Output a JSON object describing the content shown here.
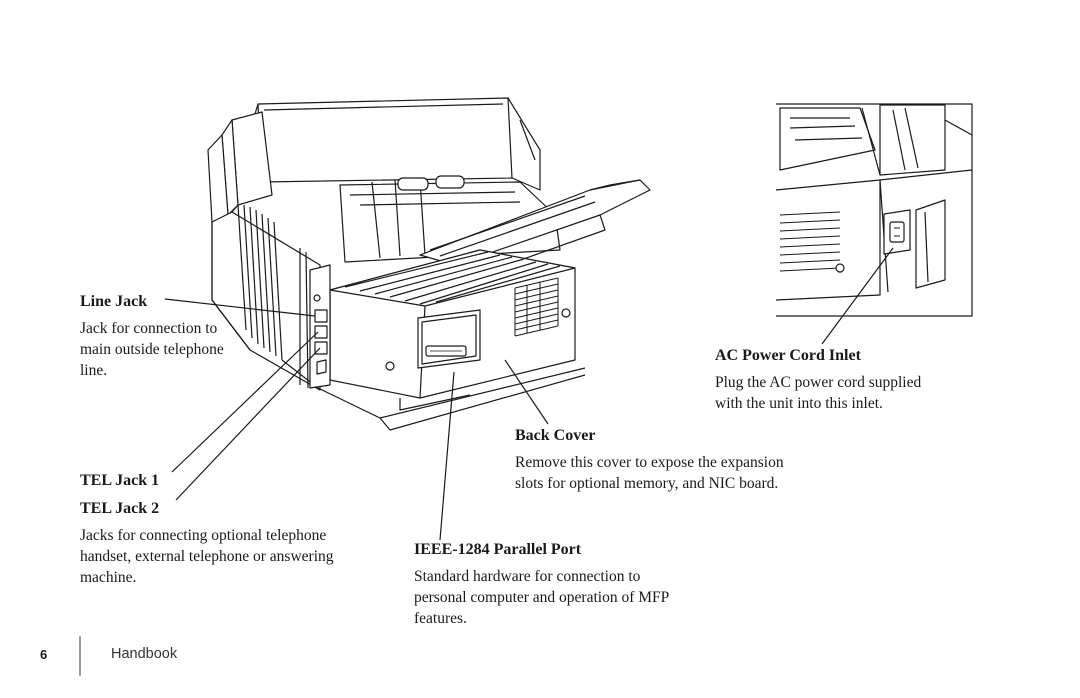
{
  "callouts": {
    "line_jack": {
      "title": "Line Jack",
      "desc_lines": [
        "Jack for connection to",
        "main outside telephone",
        "line."
      ]
    },
    "tel_jack_1": {
      "title": "TEL Jack 1"
    },
    "tel_jack_2": {
      "title": "TEL Jack 2",
      "desc_lines": [
        "Jacks for connecting optional telephone",
        "handset, external telephone or answering",
        "machine."
      ]
    },
    "parallel_port": {
      "title": "IEEE-1284 Parallel Port",
      "desc_lines": [
        "Standard hardware for connection to",
        "personal computer and operation of MFP",
        "features."
      ]
    },
    "back_cover": {
      "title": "Back Cover",
      "desc_lines": [
        "Remove this cover to expose the expansion",
        "slots for optional memory, and NIC board."
      ]
    },
    "ac_power": {
      "title": "AC Power Cord Inlet",
      "desc_lines": [
        "Plug the AC power cord supplied",
        "with the unit into this inlet."
      ]
    }
  },
  "footer": {
    "page_number": "6",
    "label": "Handbook"
  },
  "colors": {
    "ink": "#1a1a1a",
    "footer_rule": "#9a9a9a"
  }
}
